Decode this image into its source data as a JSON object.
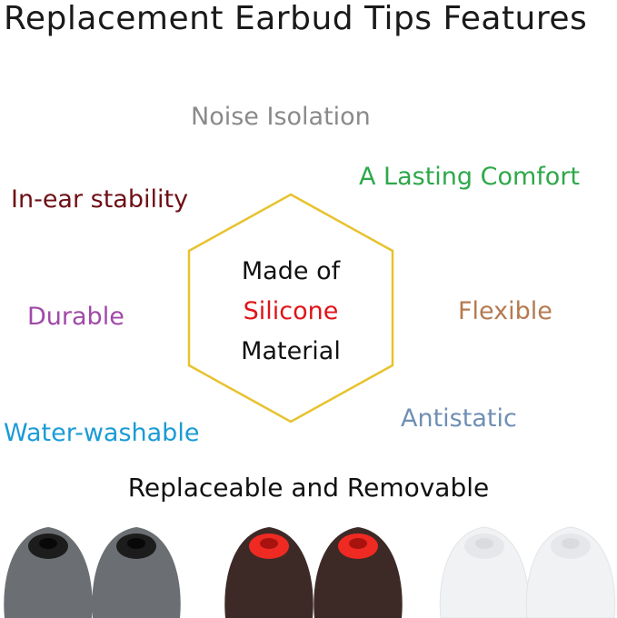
{
  "title": "Replacement Earbud Tips Features",
  "features": {
    "noise_isolation": {
      "label": "Noise Isolation",
      "color": "#8a8a8a"
    },
    "lasting_comfort": {
      "label": "A Lasting Comfort",
      "color": "#2ea84a"
    },
    "in_ear_stability": {
      "label": "In-ear stability",
      "color": "#6e0f16"
    },
    "durable": {
      "label": "Durable",
      "color": "#a04aa8"
    },
    "flexible": {
      "label": "Flexible",
      "color": "#b57a50"
    },
    "water_washable": {
      "label": "Water-washable",
      "color": "#1a9bd6"
    },
    "antistatic": {
      "label": "Antistatic",
      "color": "#6f8fb5"
    }
  },
  "center": {
    "line1": "Made of",
    "line2": "Silicone",
    "line3": "Material",
    "hexagon_color": "#e8c22e",
    "highlight_color": "#e0141a"
  },
  "subtitle": "Replaceable and Removable",
  "tips": [
    {
      "body": "#6b6e73",
      "core": "#1c1c1c"
    },
    {
      "body": "#6b6e73",
      "core": "#1c1c1c"
    },
    {
      "body": "#3d2a27",
      "core": "#ef2a22"
    },
    {
      "body": "#3d2a27",
      "core": "#ef2a22"
    },
    {
      "body": "#f1f2f4",
      "core": "#e6e7ea"
    },
    {
      "body": "#f1f2f4",
      "core": "#e6e7ea"
    }
  ]
}
